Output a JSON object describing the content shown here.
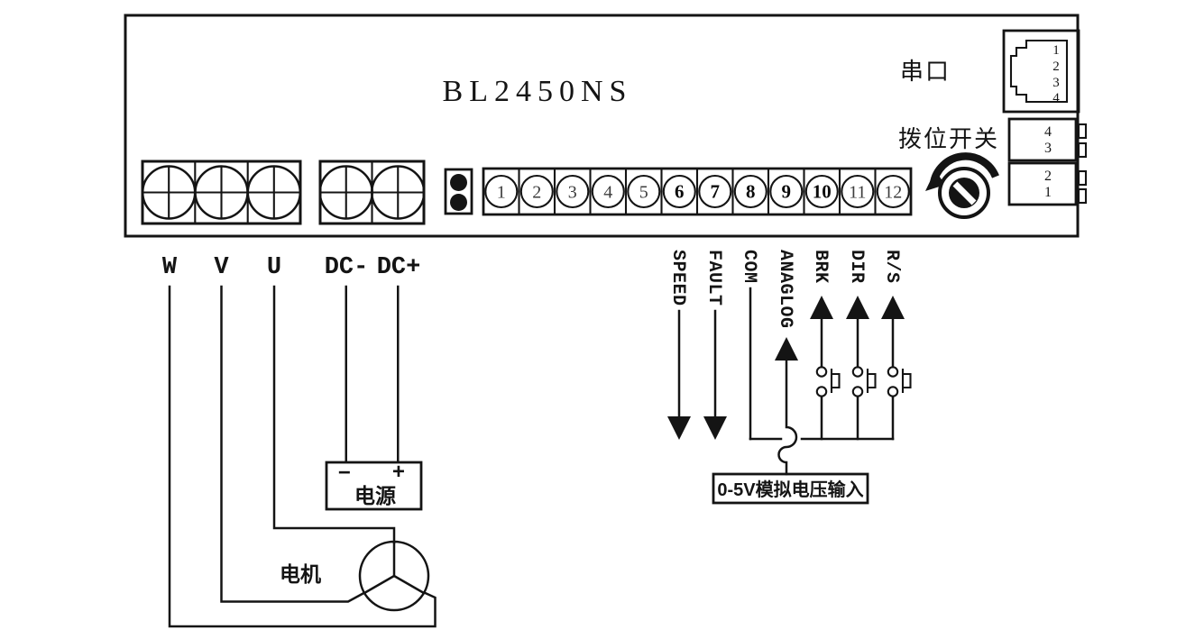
{
  "board": {
    "title": "BL2450NS"
  },
  "serial": {
    "label": "串口",
    "pins": [
      "1",
      "2",
      "3",
      "4"
    ]
  },
  "dip": {
    "label": "拨位开关",
    "pins_top": [
      "4",
      "3"
    ],
    "pins_bottom": [
      "2",
      "1"
    ]
  },
  "terminals": {
    "numbers": [
      "1",
      "2",
      "3",
      "4",
      "5",
      "6",
      "7",
      "8",
      "9",
      "10",
      "11",
      "12"
    ]
  },
  "power_terminals": {
    "labels": [
      "W",
      "V",
      "U",
      "DC-",
      "DC+"
    ]
  },
  "signals": {
    "labels": [
      "SPEED",
      "FAULT",
      "COM",
      "ANAGLOG",
      "BRK",
      "DIR",
      "R/S"
    ]
  },
  "power_supply": {
    "label": "电源",
    "minus": "−",
    "plus": "+"
  },
  "motor": {
    "label": "电机"
  },
  "analog_input": {
    "label": "0-5V模拟电压输入"
  },
  "colors": {
    "ink": "#141414",
    "background": "#ffffff"
  }
}
